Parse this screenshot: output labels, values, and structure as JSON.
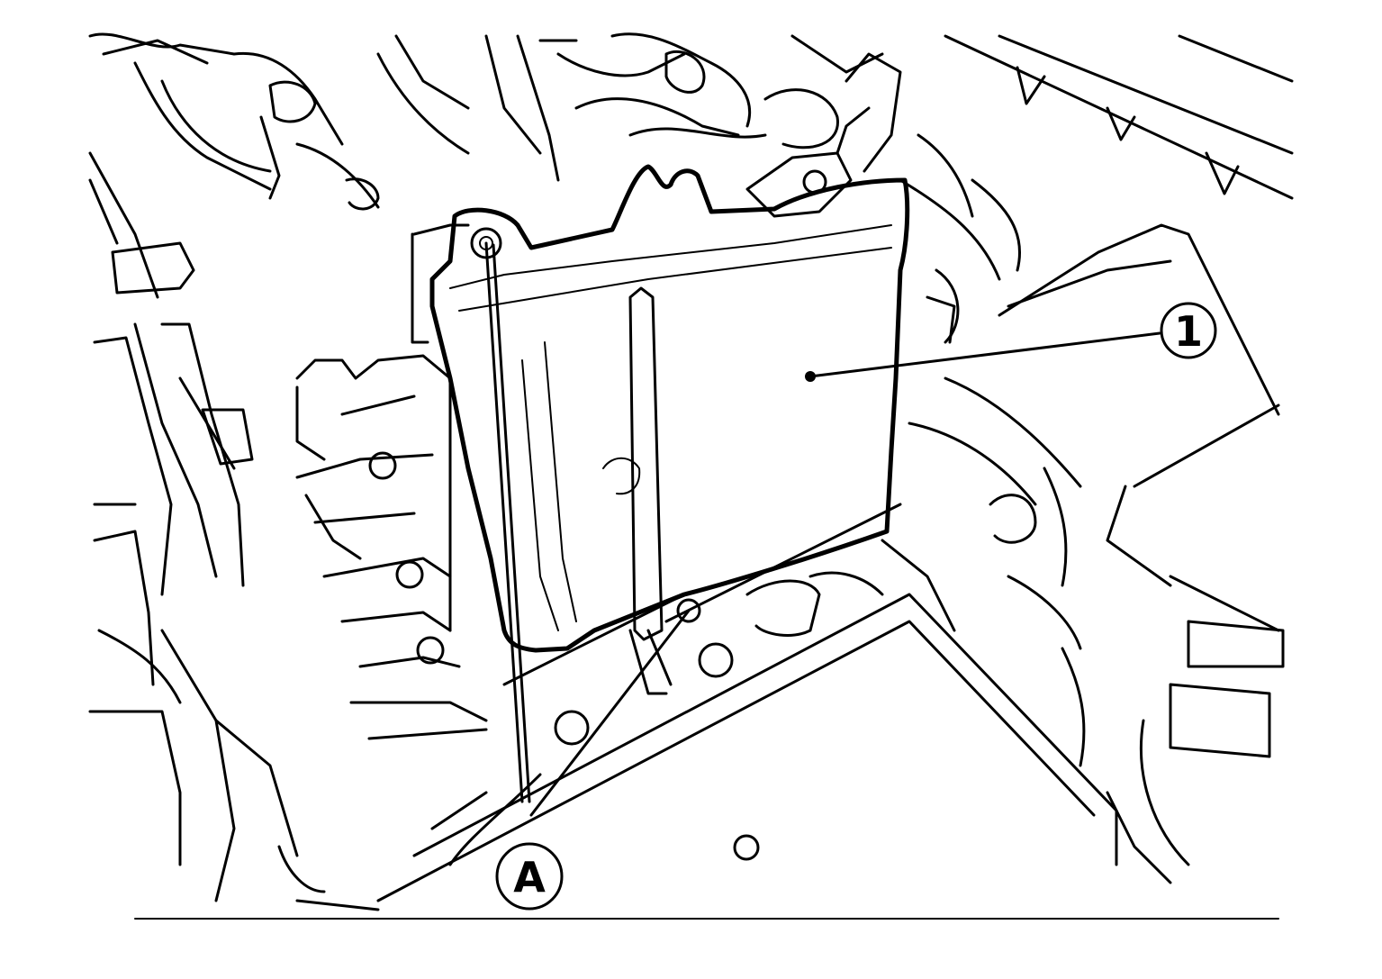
{
  "figure": {
    "callouts": [
      {
        "id": "1",
        "label": "1"
      },
      {
        "id": "A",
        "label": "A"
      }
    ],
    "colors": {
      "line": "#000000",
      "background": "#ffffff",
      "ecm_fill_pattern": "dotted-halftone"
    }
  }
}
